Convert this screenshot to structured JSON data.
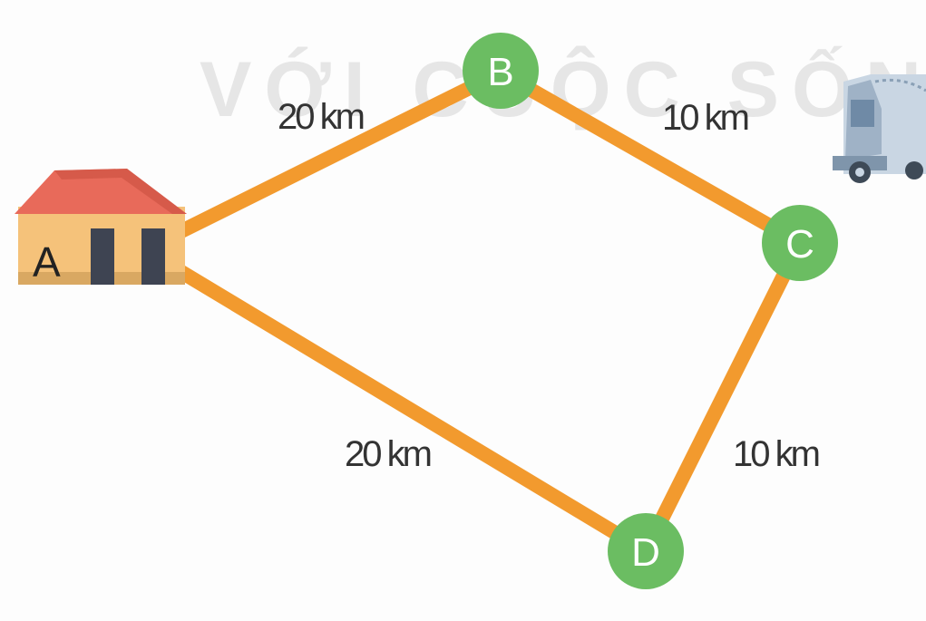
{
  "watermark": "VỚI CUỘC SỐNG",
  "nodes": {
    "A": {
      "label": "A",
      "kind": "house"
    },
    "B": {
      "label": "B",
      "kind": "circle"
    },
    "C": {
      "label": "C",
      "kind": "circle"
    },
    "D": {
      "label": "D",
      "kind": "circle"
    }
  },
  "edges": [
    {
      "from": "A",
      "to": "B",
      "label": "20 km"
    },
    {
      "from": "B",
      "to": "C",
      "label": "10 km"
    },
    {
      "from": "A",
      "to": "D",
      "label": "20 km"
    },
    {
      "from": "D",
      "to": "C",
      "label": "10 km"
    }
  ],
  "colors": {
    "road": "#f29a2e",
    "node": "#6bbd62",
    "roof": "#e86a5a",
    "house_wall": "#f5c27a",
    "door": "#3e4452",
    "truck": "#9fb2c6"
  },
  "icons": [
    "house-icon",
    "truck-icon"
  ]
}
